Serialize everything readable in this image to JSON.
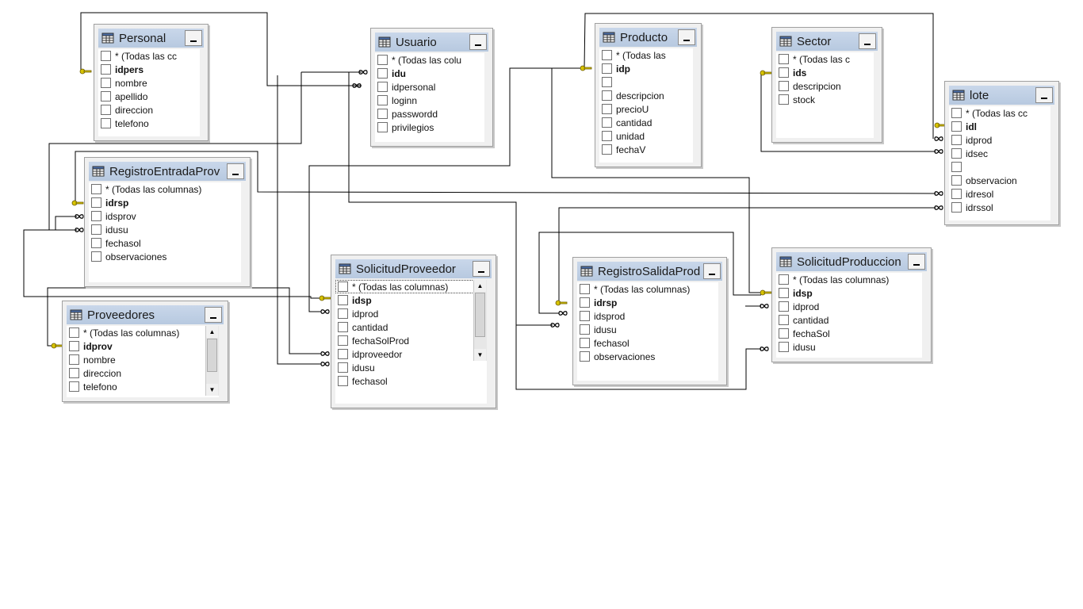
{
  "tables": {
    "personal": {
      "title": "Personal",
      "rows": [
        "* (Todas las cc",
        "idpers",
        "nombre",
        "apellido",
        "direccion",
        "telefono"
      ]
    },
    "usuario": {
      "title": "Usuario",
      "rows": [
        "* (Todas las colu",
        "idu",
        "idpersonal",
        "loginn",
        "passwordd",
        "privilegios"
      ]
    },
    "producto": {
      "title": "Producto",
      "rows": [
        "* (Todas las",
        "idp",
        "",
        "descripcion",
        "precioU",
        "cantidad",
        "unidad",
        "fechaV"
      ]
    },
    "sector": {
      "title": "Sector",
      "rows": [
        "* (Todas las c",
        "ids",
        "descripcion",
        "stock"
      ]
    },
    "lote": {
      "title": "lote",
      "rows": [
        "* (Todas las cc",
        "idl",
        "idprod",
        "idsec",
        "",
        "observacion",
        "idresol",
        "idrssol"
      ]
    },
    "registroEntradaProv": {
      "title": "RegistroEntradaProv",
      "rows": [
        "* (Todas las columnas)",
        "idrsp",
        "idsprov",
        "idusu",
        "fechasol",
        "observaciones"
      ]
    },
    "proveedores": {
      "title": "Proveedores",
      "rows": [
        "* (Todas las columnas)",
        "idprov",
        "nombre",
        "direccion",
        "telefono"
      ]
    },
    "solicitudProveedor": {
      "title": "SolicitudProveedor",
      "rows": [
        "* (Todas las columnas)",
        "idsp",
        "idprod",
        "cantidad",
        "fechaSolProd",
        "idproveedor",
        "idusu",
        "fechasol"
      ]
    },
    "registroSalidaProd": {
      "title": "RegistroSalidaProd",
      "rows": [
        "* (Todas las columnas)",
        "idrsp",
        "idsprod",
        "idusu",
        "fechasol",
        "observaciones"
      ]
    },
    "solicitudProduccion": {
      "title": "SolicitudProduccion",
      "rows": [
        "* (Todas las columnas)",
        "idsp",
        "idprod",
        "cantidad",
        "fechaSol",
        "idusu"
      ]
    }
  },
  "icons": {
    "table": "table-grid-icon",
    "minimize": "minimize-icon",
    "key": "key-icon",
    "infinity": "infinity-icon"
  },
  "colors": {
    "header": "#bccbe0",
    "line": "#000000",
    "key": "#d8c400"
  }
}
